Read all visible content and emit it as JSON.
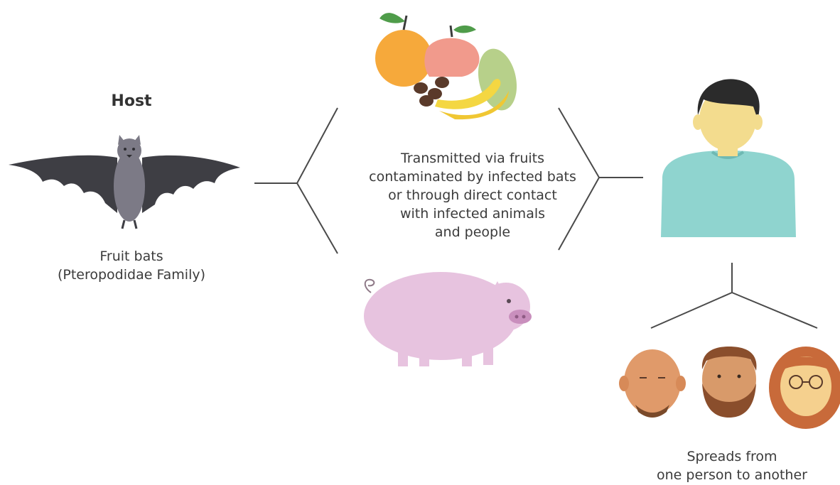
{
  "host": {
    "title": "Host",
    "caption": [
      "Fruit bats",
      "(Pteropodidae Family)"
    ]
  },
  "transmission": {
    "caption": [
      "Transmitted via fruits",
      "contaminated by infected bats",
      "or through direct contact",
      "with infected animals",
      "and people"
    ]
  },
  "spread": {
    "caption": [
      "Spreads from",
      "one person to another"
    ]
  },
  "icons": {
    "bat": "fruit-bat-icon",
    "fruits": "fruits-icon",
    "pig": "pig-icon",
    "person": "person-icon",
    "group": "people-group-icon"
  },
  "colors": {
    "bat_wing": "#3e3e44",
    "bat_body": "#7c7a86",
    "pig": "#e7c3df",
    "shirt": "#8fd4cf",
    "skin": "#f3dc8e",
    "hair": "#2b2b2b",
    "lines": "#4a4a4a"
  }
}
